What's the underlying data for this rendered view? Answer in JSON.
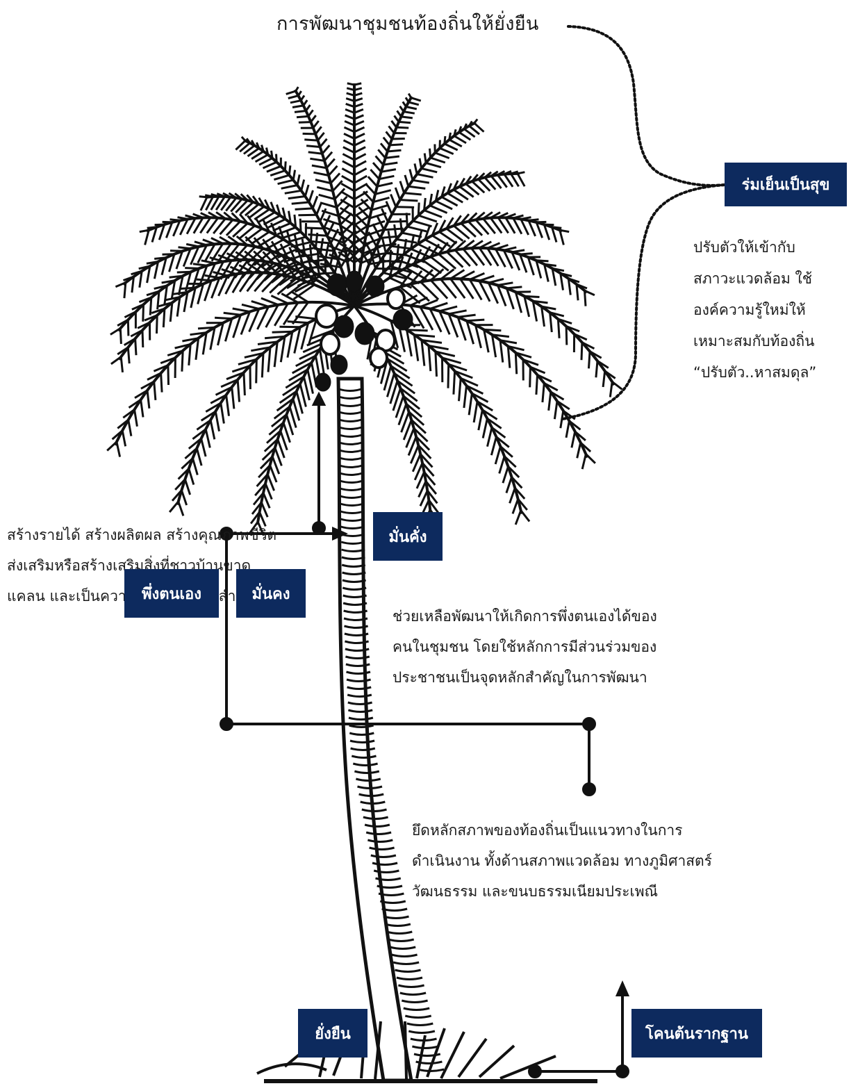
{
  "title": "การพัฒนาชุมชนท้องถิ่นให้ยั่งยืน",
  "labels": {
    "rom_yen": "ร่มเย็นเป็นสุข",
    "man_khang": "มั่นคั่ง",
    "phueng_ton": "พึ่งตนเอง",
    "man_khong": "มั่นคง",
    "yang_yuen": "ยั่งยืน",
    "khon_ton": "โคนต้นรากฐาน"
  },
  "descriptions": {
    "adapt": [
      "ปรับตัวให้เข้ากับ",
      "สภาวะแวดล้อม ใช้",
      "องค์ความรู้ใหม่ให้",
      "เหมาะสมกับท้องถิ่น",
      "“ปรับตัว..หาสมดุล”"
    ],
    "income": [
      "สร้างรายได้ สร้างผลิตผล สร้างคุณภาพชีวิต",
      "ส่งเสริมหรือสร้างเสริมสิ่งที่ชาวบ้านขาด",
      "แคลน และเป็นความต้องการอย่างสำคัญ"
    ],
    "self_reliance": [
      "ช่วยเหลือพัฒนาให้เกิดการพึ่งตนเองได้ของ",
      "คนในชุมชน โดยใช้หลักการมีส่วนร่วมของ",
      "ประชาชนเป็นจุดหลักสำคัญในการพัฒนา"
    ],
    "foundation": [
      "ยึดหลักสภาพของท้องถิ่นเป็นแนวทางในการ",
      "ดำเนินงาน ทั้งด้านสภาพแวดล้อม ทางภูมิศาสตร์",
      "วัฒนธรรม และขนบธรรมเนียมประเพณี"
    ]
  },
  "colors": {
    "box_bg": "#0d2a5e",
    "box_text": "#ffffff",
    "ink": "#111111"
  },
  "icons": {
    "tree": "coconut-palm-illustration"
  }
}
